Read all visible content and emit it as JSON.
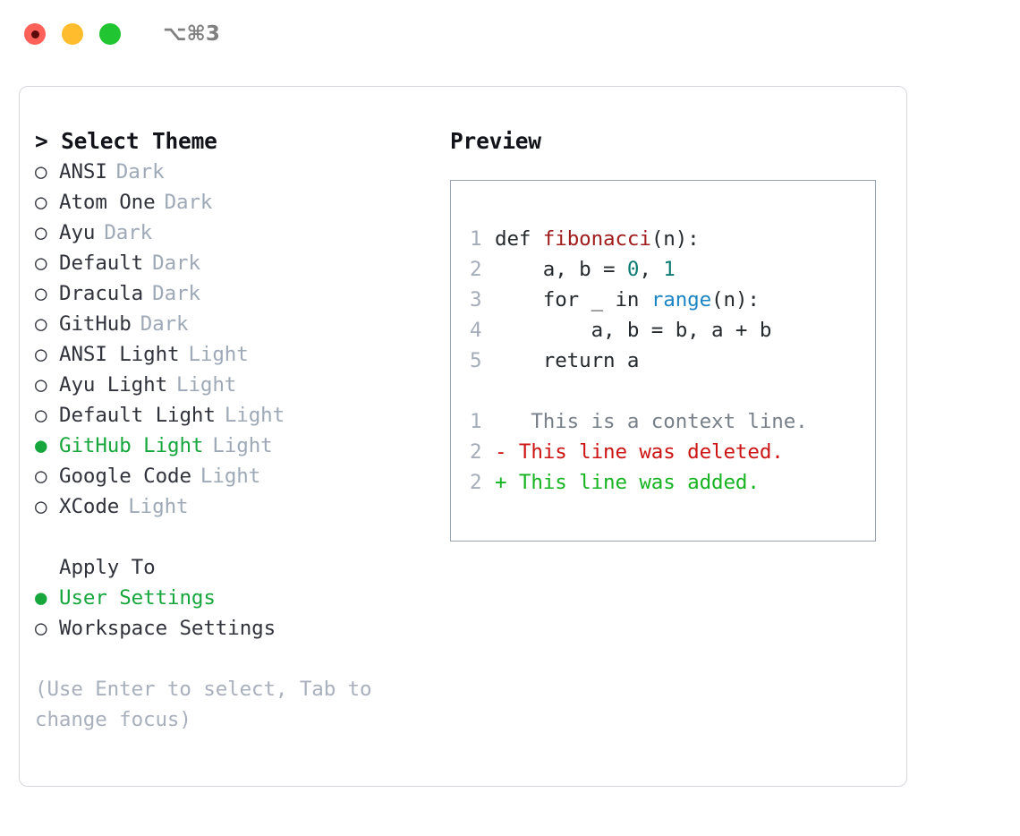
{
  "titlebar": {
    "shortcut": "⌥⌘3",
    "buttons": [
      {
        "name": "close",
        "color": "#ff6159"
      },
      {
        "name": "minimize",
        "color": "#ffbd2e"
      },
      {
        "name": "zoom",
        "color": "#21c531"
      }
    ]
  },
  "theme_list": {
    "header": "> Select Theme",
    "bullet_unselected": "○",
    "bullet_selected": "●",
    "items": [
      {
        "name": "ANSI",
        "kind": "Dark",
        "selected": false
      },
      {
        "name": "Atom One",
        "kind": "Dark",
        "selected": false
      },
      {
        "name": "Ayu",
        "kind": "Dark",
        "selected": false
      },
      {
        "name": "Default",
        "kind": "Dark",
        "selected": false
      },
      {
        "name": "Dracula",
        "kind": "Dark",
        "selected": false
      },
      {
        "name": "GitHub",
        "kind": "Dark",
        "selected": false
      },
      {
        "name": "ANSI Light",
        "kind": "Light",
        "selected": false
      },
      {
        "name": "Ayu Light",
        "kind": "Light",
        "selected": false
      },
      {
        "name": "Default Light",
        "kind": "Light",
        "selected": false
      },
      {
        "name": "GitHub Light",
        "kind": "Light",
        "selected": true
      },
      {
        "name": "Google Code",
        "kind": "Light",
        "selected": false
      },
      {
        "name": "XCode",
        "kind": "Light",
        "selected": false
      }
    ]
  },
  "apply_to": {
    "header": "Apply To",
    "items": [
      {
        "name": "User Settings",
        "selected": true
      },
      {
        "name": "Workspace Settings",
        "selected": false
      }
    ]
  },
  "hint": "(Use Enter to select, Tab to change focus)",
  "preview": {
    "title": "Preview",
    "code_lines": [
      {
        "no": "1",
        "tokens": [
          {
            "t": "def ",
            "c": "plain"
          },
          {
            "t": "fibonacci",
            "c": "fn"
          },
          {
            "t": "(n):",
            "c": "plain"
          }
        ]
      },
      {
        "no": "2",
        "tokens": [
          {
            "t": "    a, b = ",
            "c": "plain"
          },
          {
            "t": "0",
            "c": "num"
          },
          {
            "t": ", ",
            "c": "plain"
          },
          {
            "t": "1",
            "c": "num"
          }
        ]
      },
      {
        "no": "3",
        "tokens": [
          {
            "t": "    for _ in ",
            "c": "plain"
          },
          {
            "t": "range",
            "c": "call"
          },
          {
            "t": "(n):",
            "c": "plain"
          }
        ]
      },
      {
        "no": "4",
        "tokens": [
          {
            "t": "        a, b = b, a + b",
            "c": "plain"
          }
        ]
      },
      {
        "no": "5",
        "tokens": [
          {
            "t": "    return a",
            "c": "plain"
          }
        ]
      }
    ],
    "diff_lines": [
      {
        "no": "1",
        "marker": " ",
        "text": "  This is a context line.",
        "kind": "ctx"
      },
      {
        "no": "2",
        "marker": "-",
        "text": " This line was deleted.",
        "kind": "del"
      },
      {
        "no": "2",
        "marker": "+",
        "text": " This line was added.",
        "kind": "add"
      }
    ]
  },
  "colors": {
    "accent_green": "#16a63c",
    "muted": "#9ea9b8",
    "panel_border": "#d5d7dd",
    "preview_border": "#9aa5b4",
    "code_fn": "#a01b1b",
    "code_num": "#0c7b72",
    "code_call": "#1a85c4",
    "diff_del": "#cc1414",
    "diff_add": "#16b320"
  }
}
